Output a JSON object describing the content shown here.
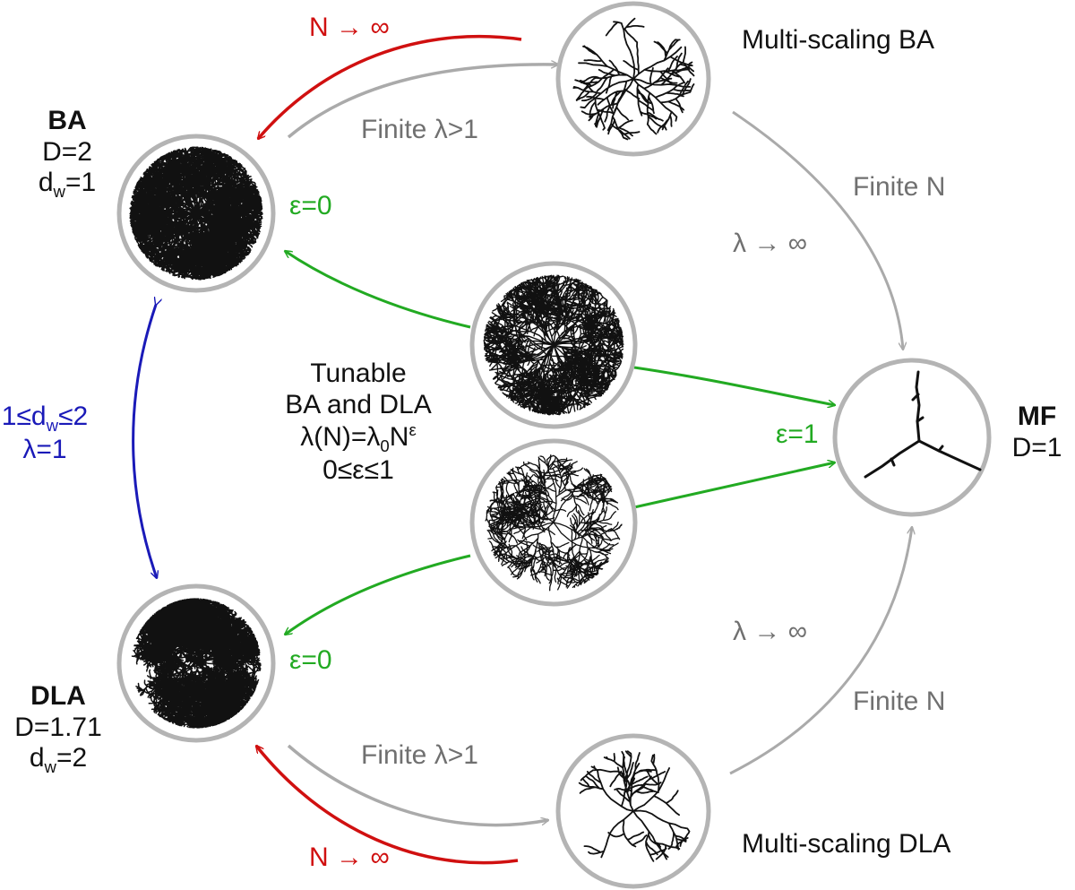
{
  "colors": {
    "red": "#d01010",
    "green": "#22aa22",
    "blue": "#1a1ab8",
    "gray": "#aaaaaa",
    "circle": "#b4b4b4",
    "text": "#111111"
  },
  "nodes": {
    "ba": {
      "name": "BA",
      "line1": "D=2",
      "line2_main": "d",
      "line2_sub": "w",
      "line2_rest": "=1"
    },
    "dla": {
      "name": "DLA",
      "line1": "D=1.71",
      "line2_main": "d",
      "line2_sub": "w",
      "line2_rest": "=2"
    },
    "mf": {
      "name": "MF",
      "line1": "D=1"
    },
    "ms_ba": {
      "name": "Multi-scaling BA"
    },
    "ms_dla": {
      "name": "Multi-scaling DLA"
    }
  },
  "center": {
    "line1": "Tunable",
    "line2": "BA and DLA",
    "formula_a": "λ(N)=λ",
    "formula_sub": "0",
    "formula_b": "N",
    "formula_sup": "ε",
    "line4": "0≤ε≤1"
  },
  "labels": {
    "n_inf_top": "N → ∞",
    "n_inf_bottom": "N → ∞",
    "finite_lambda_top": "Finite λ>1",
    "finite_lambda_bottom": "Finite λ>1",
    "finite_n_top": "Finite N",
    "finite_n_bottom": "Finite N",
    "lambda_inf_top": "λ → ∞",
    "lambda_inf_bottom": "λ → ∞",
    "eps0_top": "ε=0",
    "eps0_bottom": "ε=0",
    "eps1": "ε=1",
    "blue_a": "1≤d",
    "blue_sub": "w",
    "blue_b": "≤2",
    "blue_lambda": "λ=1"
  }
}
